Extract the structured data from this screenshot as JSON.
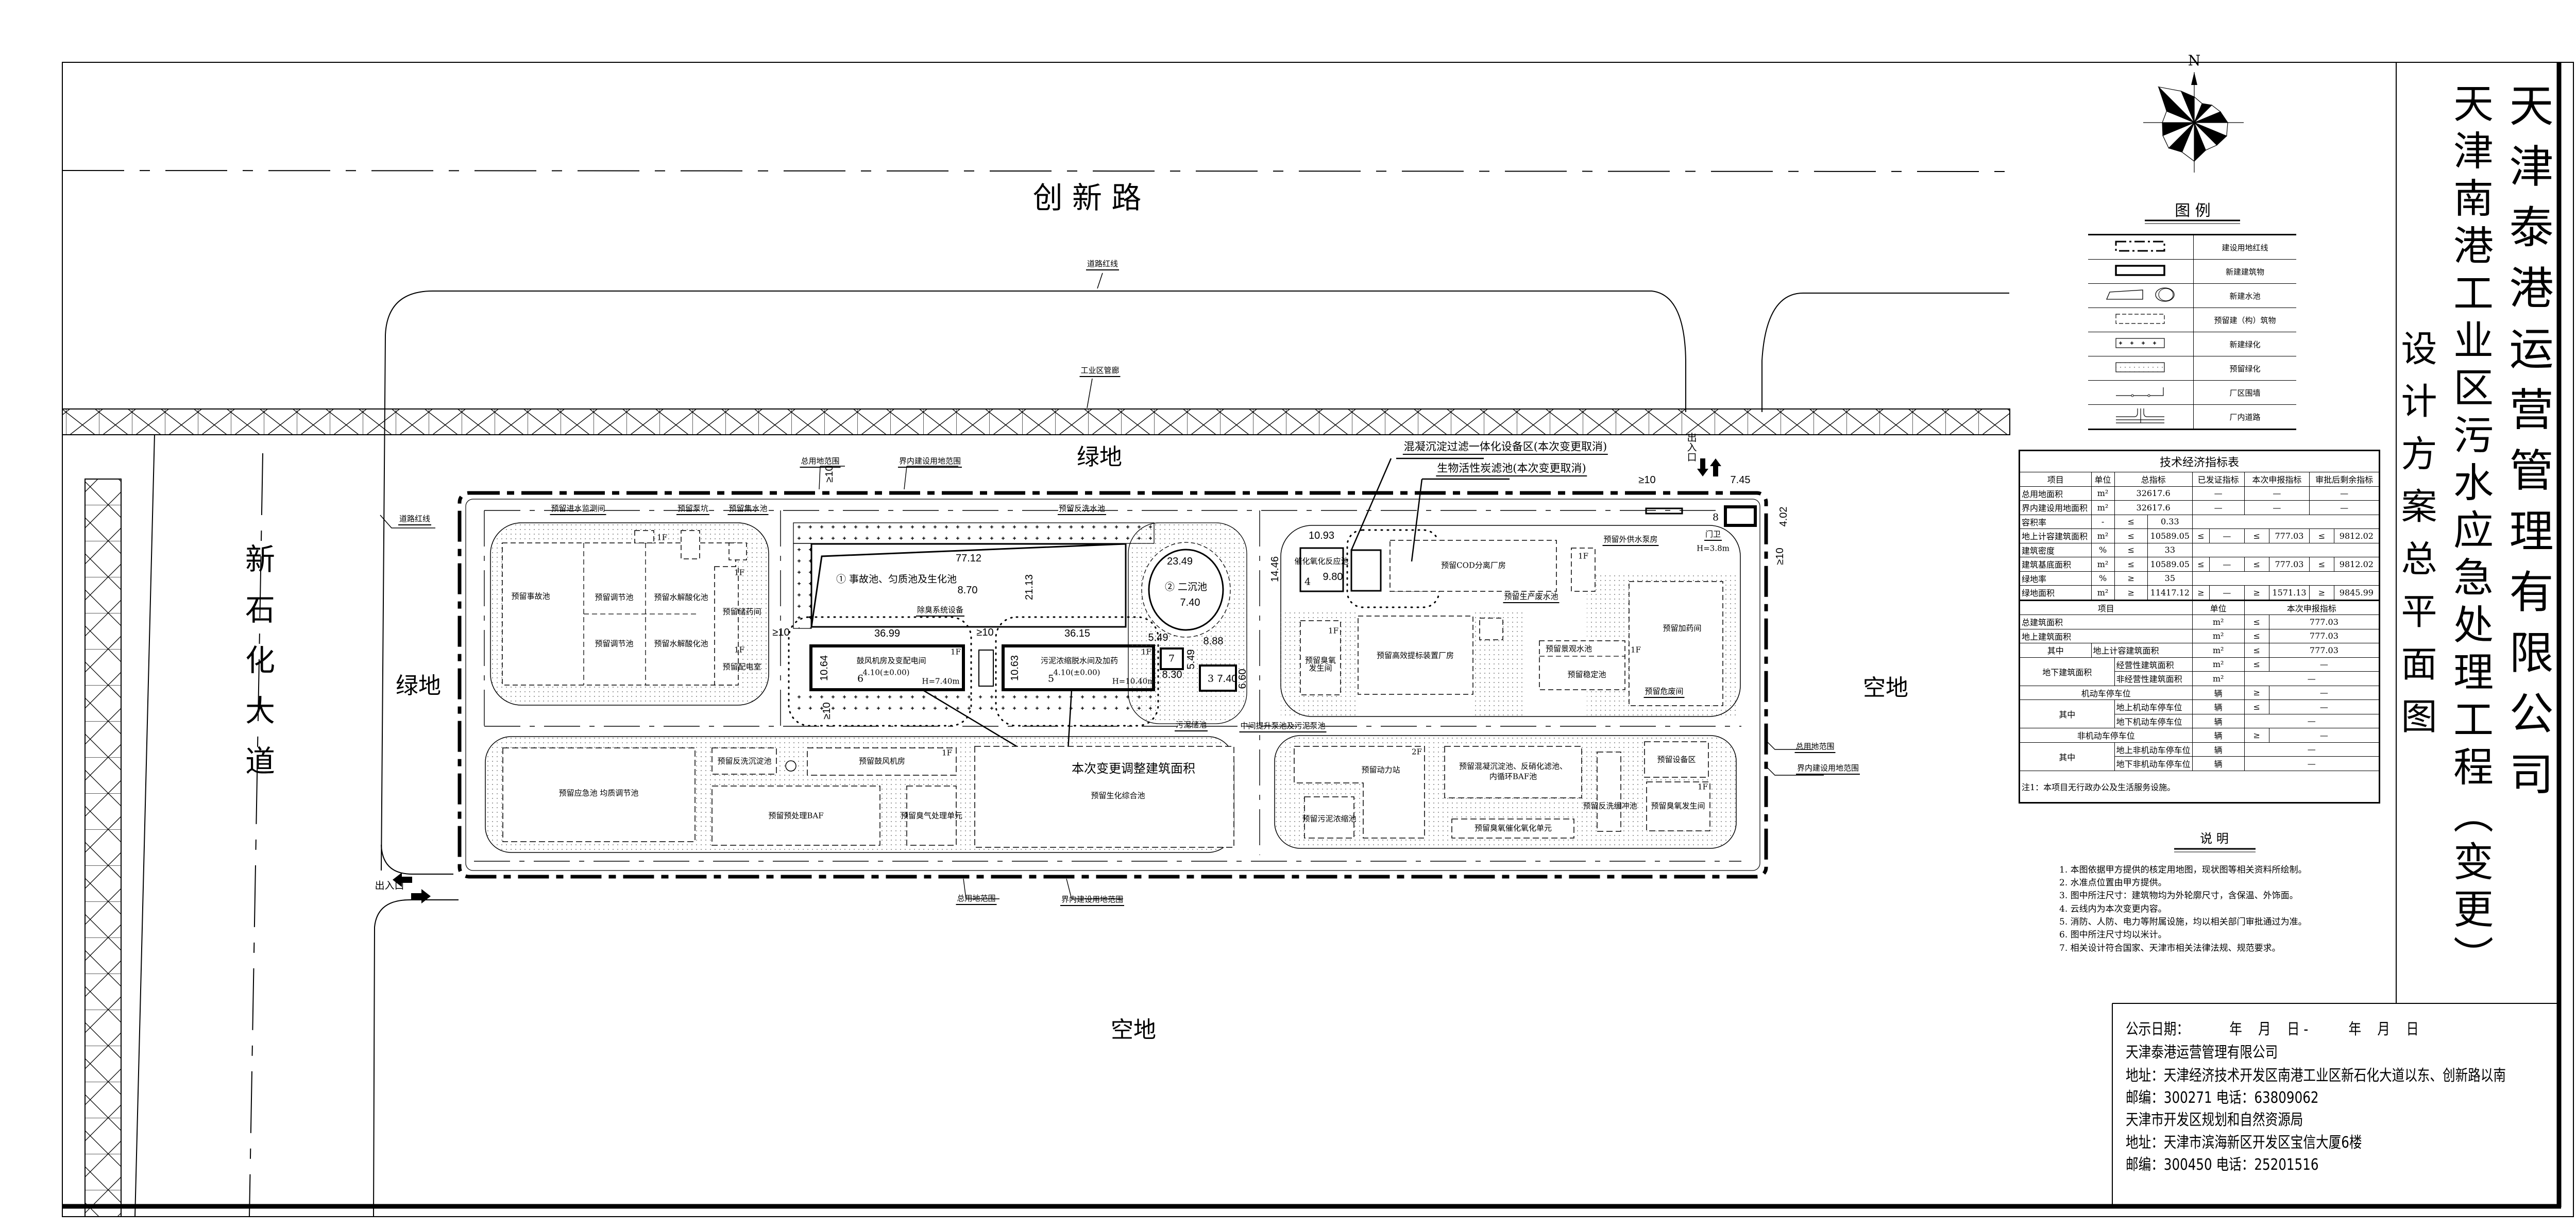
{
  "title_block": {
    "company": "天津泰港运营管理有限公司",
    "project": "天津南港工业区污水应急处理工程（变更）",
    "drawing": "设计方案总平面图"
  },
  "compass": {
    "north": "N"
  },
  "legend": {
    "title": "图  例",
    "items": [
      "建设用地红线",
      "新建建筑物",
      "新建水池",
      "预留建（构）筑物",
      "新建绿化",
      "预留绿化",
      "厂区围墙",
      "厂内道路"
    ]
  },
  "tech_table": {
    "title": "技术经济指标表",
    "headers": [
      "项目",
      "单位",
      "总指标",
      "已发证指标",
      "本次申报指标",
      "审批后剩余指标"
    ],
    "rows": [
      {
        "item": "总用地面积",
        "unit": "m²",
        "total": "32617.6",
        "issued": "—",
        "current": "—",
        "remain": "—"
      },
      {
        "item": "界内建设用地面积",
        "unit": "m²",
        "total": "32617.6",
        "issued": "—",
        "current": "—",
        "remain": "—"
      },
      {
        "item": "容积率",
        "unit": "-",
        "total_sign": "≤",
        "total": "0.33"
      },
      {
        "item": "地上计容建筑面积",
        "unit": "m²",
        "total_sign": "≤",
        "total": "10589.05",
        "issued_sign": "≤",
        "issued": "—",
        "current_sign": "≤",
        "current": "777.03",
        "remain_sign": "≤",
        "remain": "9812.02"
      },
      {
        "item": "建筑密度",
        "unit": "%",
        "total_sign": "≤",
        "total": "33"
      },
      {
        "item": "建筑基底面积",
        "unit": "m²",
        "total_sign": "≤",
        "total": "10589.05",
        "issued_sign": "≤",
        "issued": "—",
        "current_sign": "≤",
        "current": "777.03",
        "remain_sign": "≤",
        "remain": "9812.02"
      },
      {
        "item": "绿地率",
        "unit": "%",
        "total_sign": "≥",
        "total": "35"
      },
      {
        "item": "绿地面积",
        "unit": "m²",
        "total_sign": "≥",
        "total": "11417.12",
        "issued_sign": "≥",
        "issued": "—",
        "current_sign": "≥",
        "current": "1571.13",
        "remain_sign": "≥",
        "remain": "9845.99"
      }
    ],
    "lower_headers": [
      "项目",
      "单位",
      "本次申报指标"
    ],
    "lower_rows": [
      {
        "item": "总建筑面积",
        "unit": "m²",
        "sign": "≤",
        "value": "777.03"
      },
      {
        "item": "地上建筑面积",
        "unit": "m²",
        "sign": "≤",
        "value": "777.03"
      },
      {
        "group": "其中",
        "item": "地上计容建筑面积",
        "unit": "m²",
        "sign": "≤",
        "value": "777.03"
      },
      {
        "group": "地下建筑面积",
        "item": "经营性建筑面积",
        "unit": "m²",
        "sign": "≤",
        "value": "—"
      },
      {
        "item": "非经营性建筑面积",
        "unit": "m²",
        "value": "—"
      },
      {
        "item": "机动车停车位",
        "unit": "辆",
        "sign": "≥",
        "value": "—"
      },
      {
        "group": "其中",
        "item": "地上机动车停车位",
        "unit": "辆",
        "sign": "≤",
        "value": "—"
      },
      {
        "item": "地下机动车停车位",
        "unit": "辆",
        "value": "—"
      },
      {
        "item": "非机动车停车位",
        "unit": "辆",
        "sign": "≥",
        "value": "—"
      },
      {
        "group": "其中",
        "item": "地上非机动车停车位",
        "unit": "辆",
        "value": "—"
      },
      {
        "item": "地下非机动车停车位",
        "unit": "辆",
        "value": "—"
      }
    ],
    "note": "注1：本项目无行政办公及生活服务设施。"
  },
  "notes": {
    "title": "说  明",
    "items": [
      "1. 本图依据甲方提供的核定用地图，现状图等相关资料所绘制。",
      "2. 水准点位置由甲方提供。",
      "3. 图中所注尺寸：建筑物均为外轮廓尺寸，含保温、外饰面。",
      "4. 云线内为本次变更内容。",
      "5. 消防、人防、电力等附属设施，均以相关部门审批通过为准。",
      "6. 图中所注尺寸均以米计。",
      "7. 相关设计符合国家、天津市相关法律法规、规范要求。"
    ]
  },
  "info": {
    "publicity_date": "公示日期：          年    月    日 -          年    月    日",
    "applicant": "天津泰港运营管理有限公司",
    "applicant_address": "地址：天津经济技术开发区南港工业区新石化大道以东、创新路以南",
    "applicant_contact": "邮编：300271  电话：63809062",
    "authority": "天津市开发区规划和自然资源局",
    "authority_address": "地址：天津市滨海新区开发区宝信大厦6楼",
    "authority_contact": "邮编：300450  电话：25201516"
  },
  "site": {
    "roads": {
      "north": "创  新  路",
      "west": "新石化大道",
      "red_line_top": "道路红线",
      "red_line_left": "道路红线",
      "pipe_gallery": "工业区管廊"
    },
    "areas": {
      "green_north": "绿地",
      "green_west": "绿地",
      "vacant_east": "空地",
      "vacant_south": "空地"
    },
    "entrances": {
      "north": "出入口",
      "west": "出入口"
    },
    "boundary": {
      "total_land": "总用地范围",
      "inner_land": "界内建设用地范围"
    },
    "labels": {
      "inlet_monitor": "预留进水监测间",
      "pump_pit": "预留泵坑",
      "collect_pool": "预留集水池",
      "backwash_pool": "预留反洗水池",
      "accident_pool": "预留事故池",
      "regulating_1": "预留调节池",
      "regulating_2": "预留调节池",
      "hydrolysis_1": "预留水解酸化池",
      "hydrolysis_2": "预留水解酸化池",
      "chem_store": "预留储药间",
      "power_room": "预留配电室",
      "pool_1": "事故池、匀质池及生化池",
      "deodor": "除臭系统设备",
      "clarifier": "二沉池",
      "building_6": "鼓风机房及变配电间",
      "building_5": "污泥浓缩脱水间及加药",
      "catalytic": "催化氧化反应池",
      "coag_cancel": "混凝沉淀过滤一体化设备区(本次变更取消)",
      "carbon_cancel": "生物活性炭滤池(本次变更取消)",
      "cod_plant": "预留COD分离厂房",
      "ext_pump": "预留外供水泵房",
      "gate": "门卫",
      "ozone_gen_1": "预留臭氧发生间",
      "efficient_plant": "预留高效提标装置厂房",
      "waste_water": "预留生产废水池",
      "landscape": "预留景观水池",
      "stable": "预留稳定池",
      "dosing": "预留加药间",
      "hazard": "预留危废间",
      "sludge_store": "污泥储池",
      "lift_pump": "中间提升泵池及污泥泵池",
      "emergency": "预留应急池  均质调节池",
      "backwash_settle": "预留反洗沉淀池",
      "blower": "预留鼓风机房",
      "pre_baf": "预留预处理BAF",
      "odor_unit": "预留臭气处理单元",
      "bio_pool": "预留生化综合池",
      "change_area": "本次变更调整建筑面积",
      "power_station": "预留动力站",
      "sludge_thick": "预留污泥浓缩池",
      "coag_baf": "预留混凝沉淀池、反硝化滤池、",
      "coag_baf_2": "内循环BAF池",
      "ozone_cat": "预留臭氧催化氧化单元",
      "backwash_buffer": "预留反洗缓冲池",
      "equipment": "预留设备区",
      "ozone_gen_2": "预留臭氧发生间"
    },
    "numbers": {
      "n1": "1",
      "n2": "2",
      "n3": "3",
      "n4": "4",
      "n5": "5",
      "n6": "6",
      "n7": "7",
      "n8": "8"
    },
    "dims": {
      "d_77_12": "77.12",
      "d_21_13": "21.13",
      "d_36_99": "36.99",
      "d_36_15": "36.15",
      "d_23_49": "23.49",
      "d_10_64": "10.64",
      "d_10_63": "10.63",
      "d_5_49a": "5.49",
      "d_8_88": "8.88",
      "d_5_49b": "5.49",
      "d_6_60": "6.60",
      "d_10_93": "10.93",
      "d_14_46": "14.46",
      "d_7_45": "7.45",
      "d_4_02": "4.02",
      "ge10_a": "≥10",
      "ge10_b": "≥10",
      "ge10_c": "≥10",
      "ge10_d": "≥10",
      "ge10_e": "≥10",
      "ge10_f": "≥10",
      "el_8_70": "8.70",
      "el_7_40": "7.40",
      "el_9_80": "9.80",
      "el_8_30": "8.30",
      "el_7_40b": "7.40",
      "el_b6": "4.10(±0.00)",
      "el_b5": "4.10(±0.00)",
      "h_b6": "H=7.40m",
      "h_b5": "H=10.40m",
      "h_gate": "H=3.8m",
      "f1": "1F",
      "f2": "1F",
      "f3": "1F",
      "f4": "1F",
      "f5": "1F",
      "f6": "1F",
      "f7": "2F",
      "f8": "1F",
      "f9": "1F",
      "f10": "1F",
      "f11": "1F"
    }
  }
}
